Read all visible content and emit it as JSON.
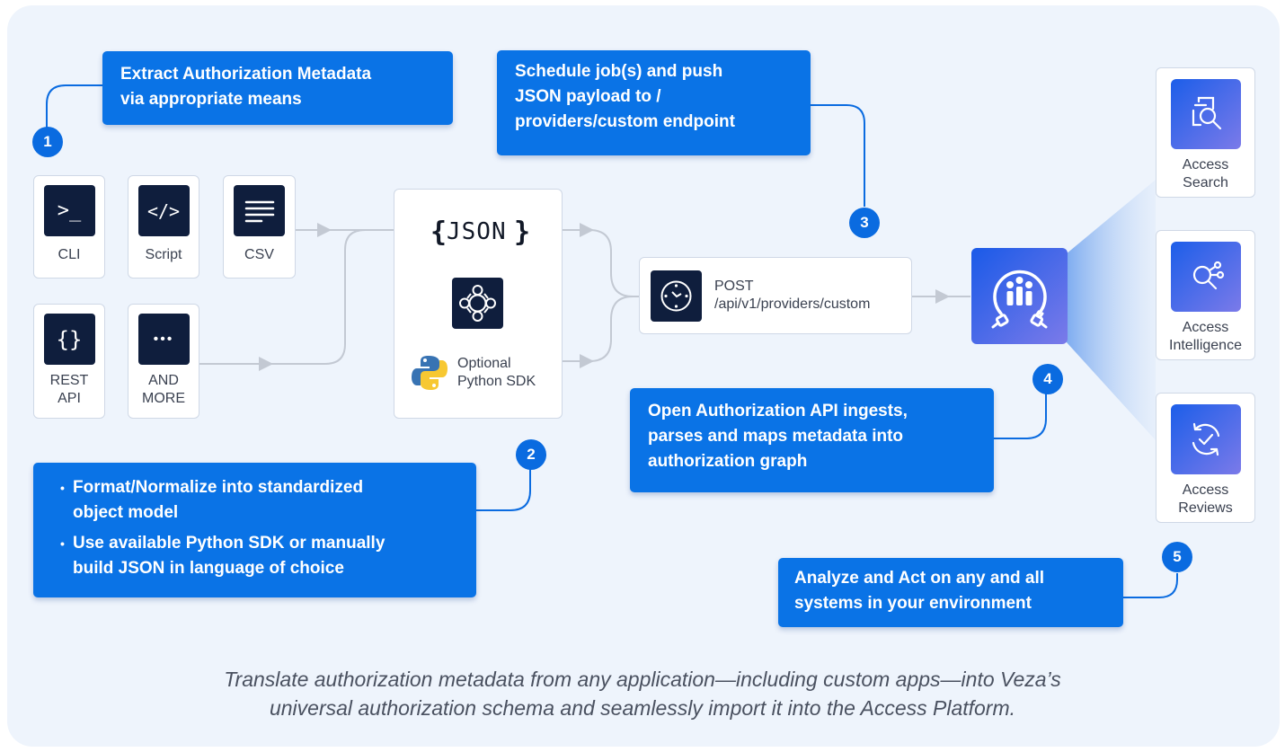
{
  "steps": [
    "1",
    "2",
    "3",
    "4",
    "5"
  ],
  "callouts": {
    "extract": {
      "line1": "Extract Authorization Metadata",
      "line2": "via appropriate means"
    },
    "format": {
      "bullets": [
        {
          "line1": "Format/Normalize into standardized",
          "line2": "object model"
        },
        {
          "line1": "Use available Python SDK or manually",
          "line2": "build JSON in language of choice"
        }
      ]
    },
    "schedule": {
      "line1": "Schedule job(s) and push",
      "line2": "JSON payload to /",
      "line3": "providers/custom endpoint"
    },
    "ingest": {
      "line1": "Open Authorization API ingests,",
      "line2": "parses and maps metadata into",
      "line3": "authorization graph"
    },
    "analyze": {
      "line1": "Analyze and Act on any and all",
      "line2": "systems in your environment"
    }
  },
  "sources": {
    "cli": {
      "glyph": ">_",
      "label": "CLI"
    },
    "script": {
      "glyph": "</>",
      "label": "Script"
    },
    "csv": {
      "label": "CSV"
    },
    "rest": {
      "glyph": "{}",
      "line1": "REST",
      "line2": "API"
    },
    "more": {
      "glyph": "•••",
      "line1": "AND",
      "line2": "MORE"
    }
  },
  "json_card": {
    "brace_open": "{",
    "word": "JSON",
    "brace_close": "}",
    "sdk_line1": "Optional",
    "sdk_line2": "Python SDK"
  },
  "post_card": {
    "method": "POST",
    "path": "/api/v1/providers/custom"
  },
  "platform": [
    {
      "line1": "Access",
      "line2": "Search",
      "icon": "search-document-icon"
    },
    {
      "line1": "Access",
      "line2": "Intelligence",
      "icon": "intelligence-icon"
    },
    {
      "line1": "Access",
      "line2": "Reviews",
      "icon": "review-cycle-icon"
    }
  ],
  "caption": {
    "line1": "Translate authorization metadata from any application—including custom apps—into Veza’s",
    "line2": "universal authorization schema and seamlessly import it into the Access Platform."
  },
  "colors": {
    "callout": "#0a73e6",
    "badge": "#0a6be0",
    "panel": "#eef4fc",
    "icon_dark": "#0f1e3d",
    "wire": "#0a6be0",
    "flow": "#c3c9d3"
  }
}
